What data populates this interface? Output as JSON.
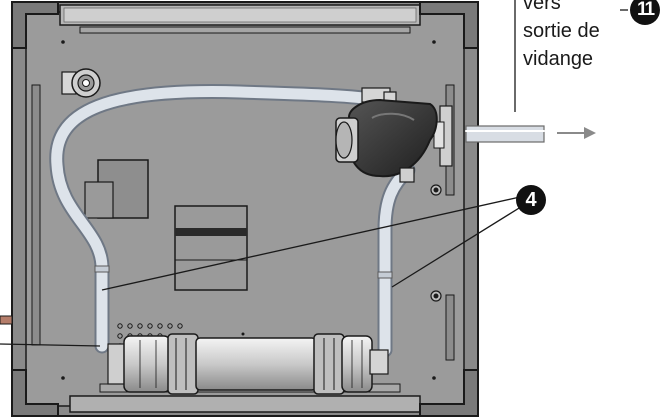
{
  "labels": {
    "drain_line1": "vers",
    "drain_line2": "sortie de",
    "drain_line3": "vidange"
  },
  "callouts": {
    "hose": "4",
    "drain": "11"
  },
  "colors": {
    "panel": "#9b9b9b",
    "frame": "#7e7e7e",
    "hose": "#cfd6e0",
    "outline": "#1a1a1a"
  }
}
